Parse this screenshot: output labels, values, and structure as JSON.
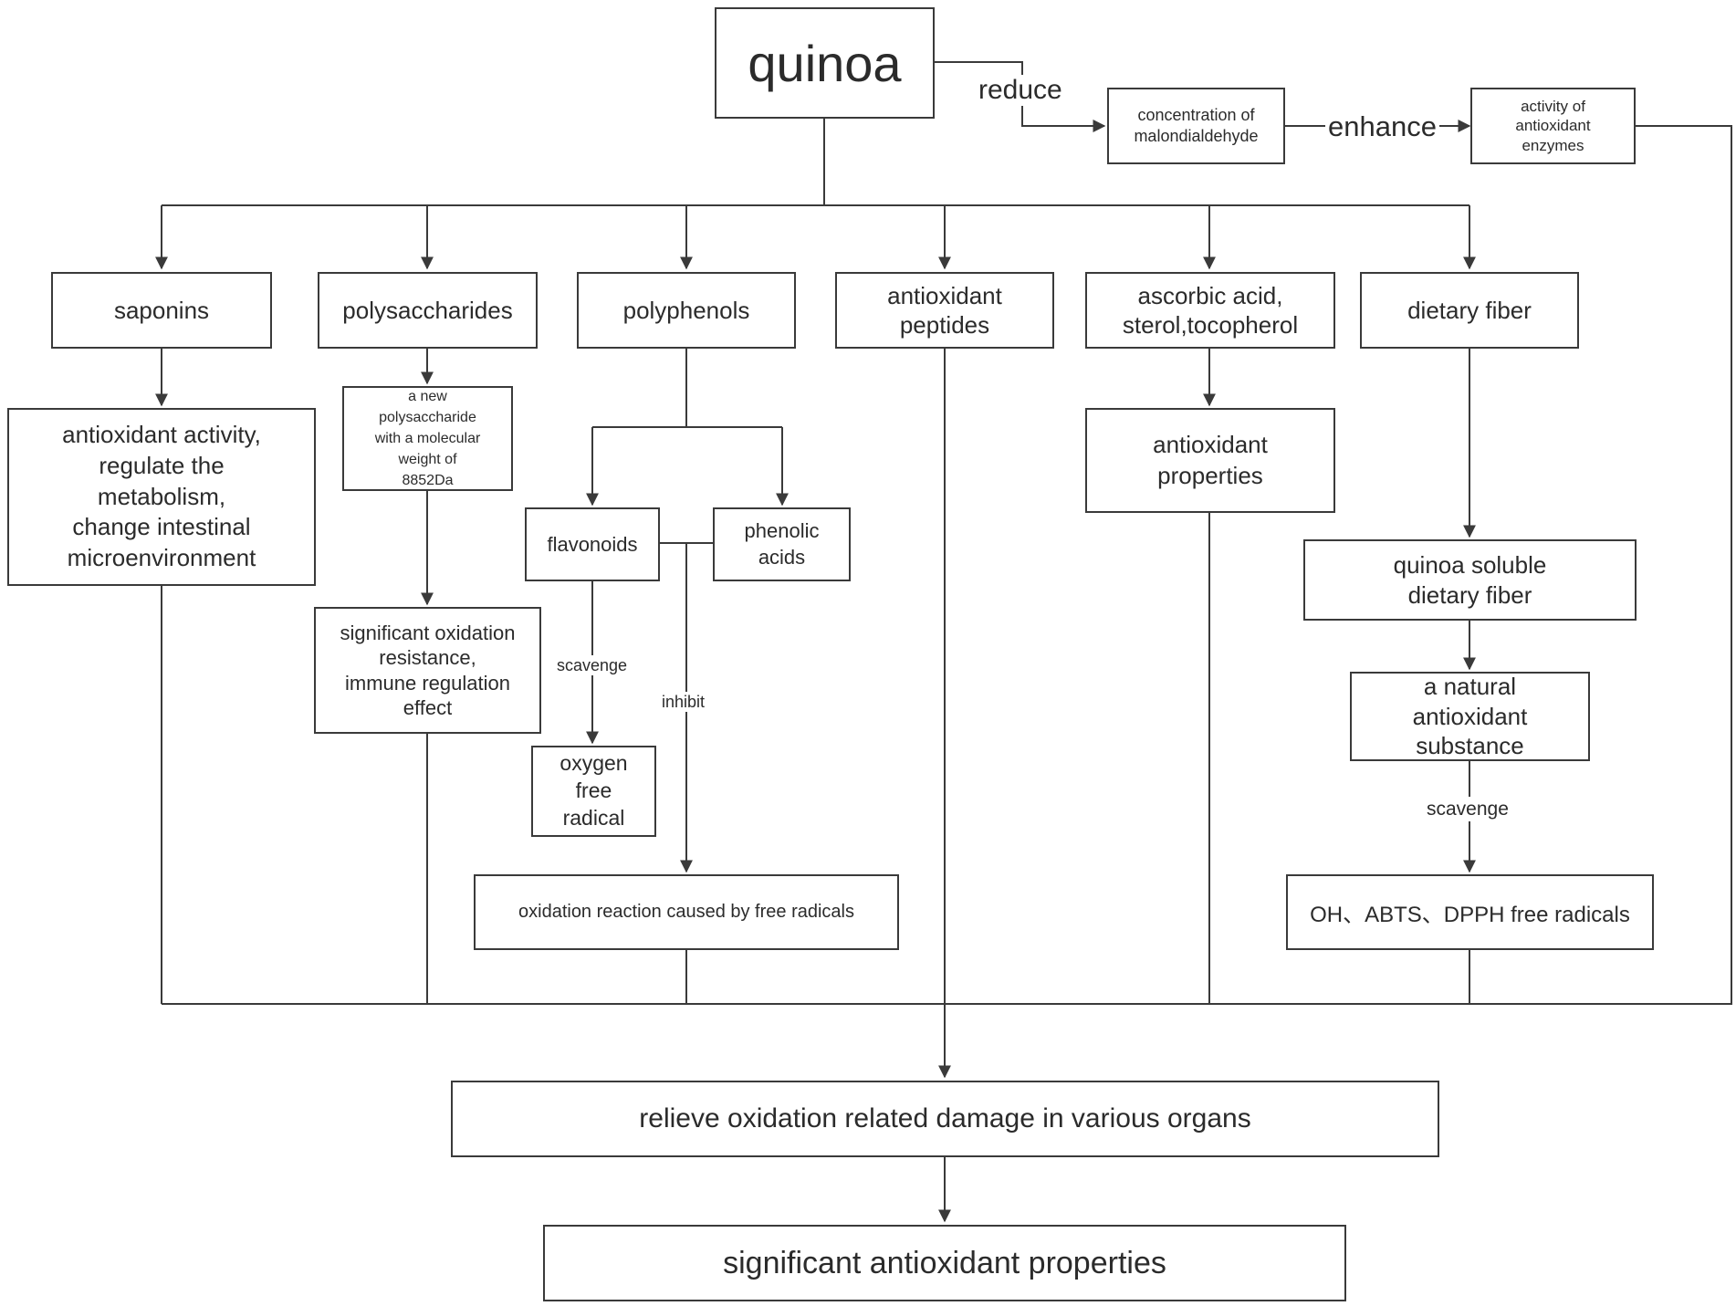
{
  "nodes": {
    "quinoa": "quinoa",
    "malondialdehyde": "concentration of\nmalondialdehyde",
    "enzymes": "activity of\nantioxidant\nenzymes",
    "saponins": "saponins",
    "polysaccharides": "polysaccharides",
    "polyphenols": "polyphenols",
    "peptides": "antioxidant\npeptides",
    "ascorbic": "ascorbic acid,\nsterol,tocopherol",
    "fiber": "dietary fiber",
    "saponins_effect": "antioxidant activity,\nregulate the\nmetabolism,\nchange intestinal\nmicroenvironment",
    "new_polysaccharide": "a new\npolysaccharide\nwith a molecular\nweight of\n8852Da",
    "polysaccharide_effect": "significant oxidation\nresistance,\nimmune regulation\neffect",
    "flavonoids": "flavonoids",
    "phenolic_acids": "phenolic\nacids",
    "oxygen_radical": "oxygen\nfree\nradical",
    "oxidation_reaction": "oxidation reaction caused by free radicals",
    "antioxidant_properties": "antioxidant\nproperties",
    "soluble_fiber": "quinoa soluble\ndietary fiber",
    "natural_substance": "a natural\nantioxidant\nsubstance",
    "free_radicals": "OH、ABTS、DPPH free radicals",
    "relieve": "relieve oxidation related damage in various organs",
    "significant": "significant antioxidant properties"
  },
  "edge_labels": {
    "reduce": "reduce",
    "enhance": "enhance",
    "scavenge_flavonoids": "scavenge",
    "inhibit": "inhibit",
    "scavenge_fiber": "scavenge"
  },
  "colors": {
    "line": "#3a3a3a",
    "text": "#2b2b2b",
    "background": "#ffffff"
  }
}
